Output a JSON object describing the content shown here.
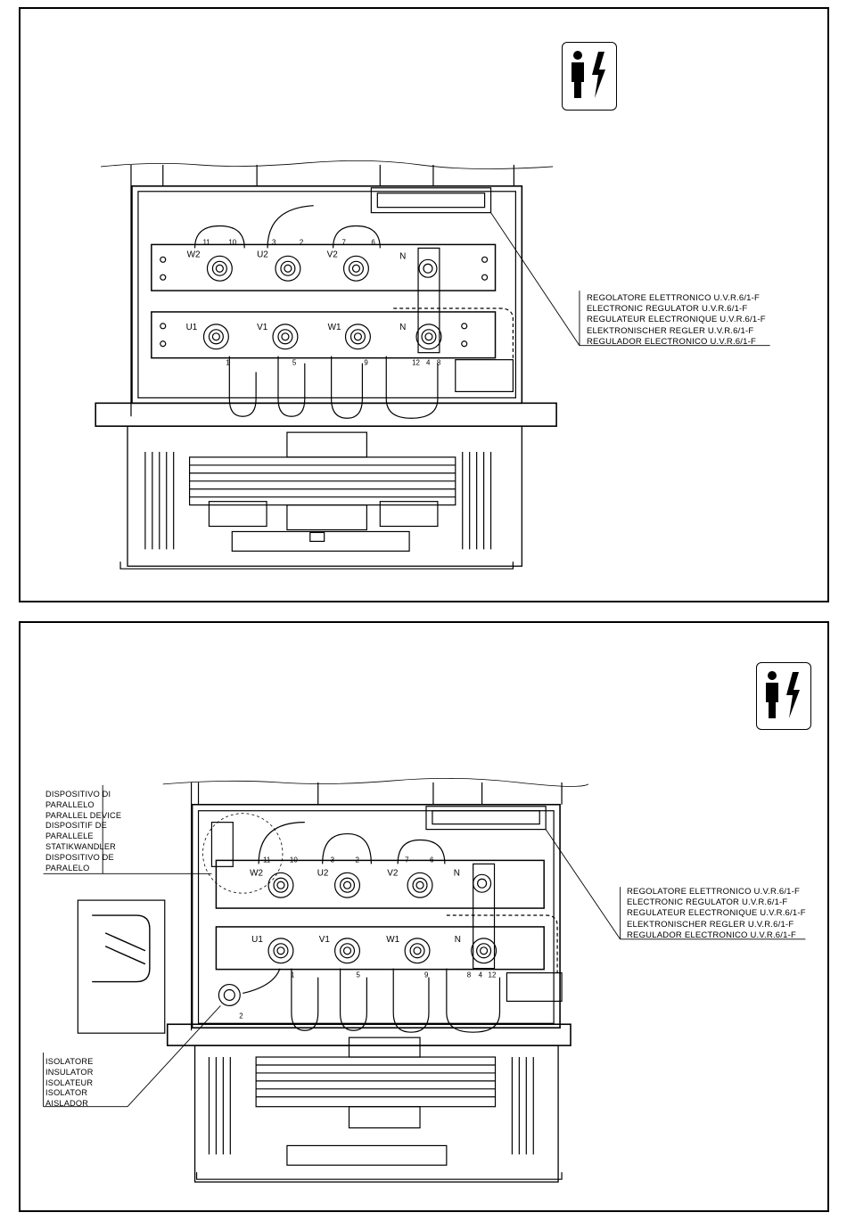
{
  "top_panel": {
    "regulator_label": [
      "REGOLATORE ELETTRONICO U.V.R.6/1-F",
      "ELECTRONIC REGULATOR U.V.R.6/1-F",
      "REGULATEUR ELECTRONIQUE U.V.R.6/1-F",
      "ELEKTRONISCHER REGLER U.V.R.6/1-F",
      "REGULADOR ELECTRONICO U.V.R.6/1-F"
    ],
    "terminals_upper": [
      "W2",
      "U2",
      "V2",
      "N"
    ],
    "terminals_lower": [
      "U1",
      "V1",
      "W1",
      "N"
    ],
    "wire_numbers": [
      "11",
      "10",
      "3",
      "2",
      "7",
      "6",
      "1",
      "5",
      "9",
      "12",
      "4",
      "8"
    ]
  },
  "bottom_panel": {
    "parallel_label": [
      "DISPOSITIVO DI",
      "PARALLELO",
      "PARALLEL DEVICE",
      "DISPOSITIF DE",
      "PARALLELE",
      "STATIKWANDLER",
      "DISPOSITIVO DE",
      "PARALELO"
    ],
    "regulator_label": [
      "REGOLATORE ELETTRONICO U.V.R.6/1-F",
      "ELECTRONIC REGULATOR U.V.R.6/1-F",
      "REGULATEUR ELECTRONIQUE U.V.R.6/1-F",
      "ELEKTRONISCHER REGLER U.V.R.6/1-F",
      "REGULADOR ELECTRONICO U.V.R.6/1-F"
    ],
    "insulator_label": [
      "ISOLATORE",
      "INSULATOR",
      "ISOLATEUR",
      "ISOLATOR",
      "AISLADOR"
    ],
    "terminals_upper": [
      "W2",
      "U2",
      "V2",
      "N"
    ],
    "terminals_lower": [
      "U1",
      "V1",
      "W1",
      "N"
    ],
    "wire_numbers": [
      "11",
      "10",
      "3",
      "2",
      "7",
      "6",
      "1",
      "5",
      "9",
      "8",
      "4",
      "12",
      "2"
    ]
  },
  "icons": [
    "electrical-hazard-icon"
  ]
}
